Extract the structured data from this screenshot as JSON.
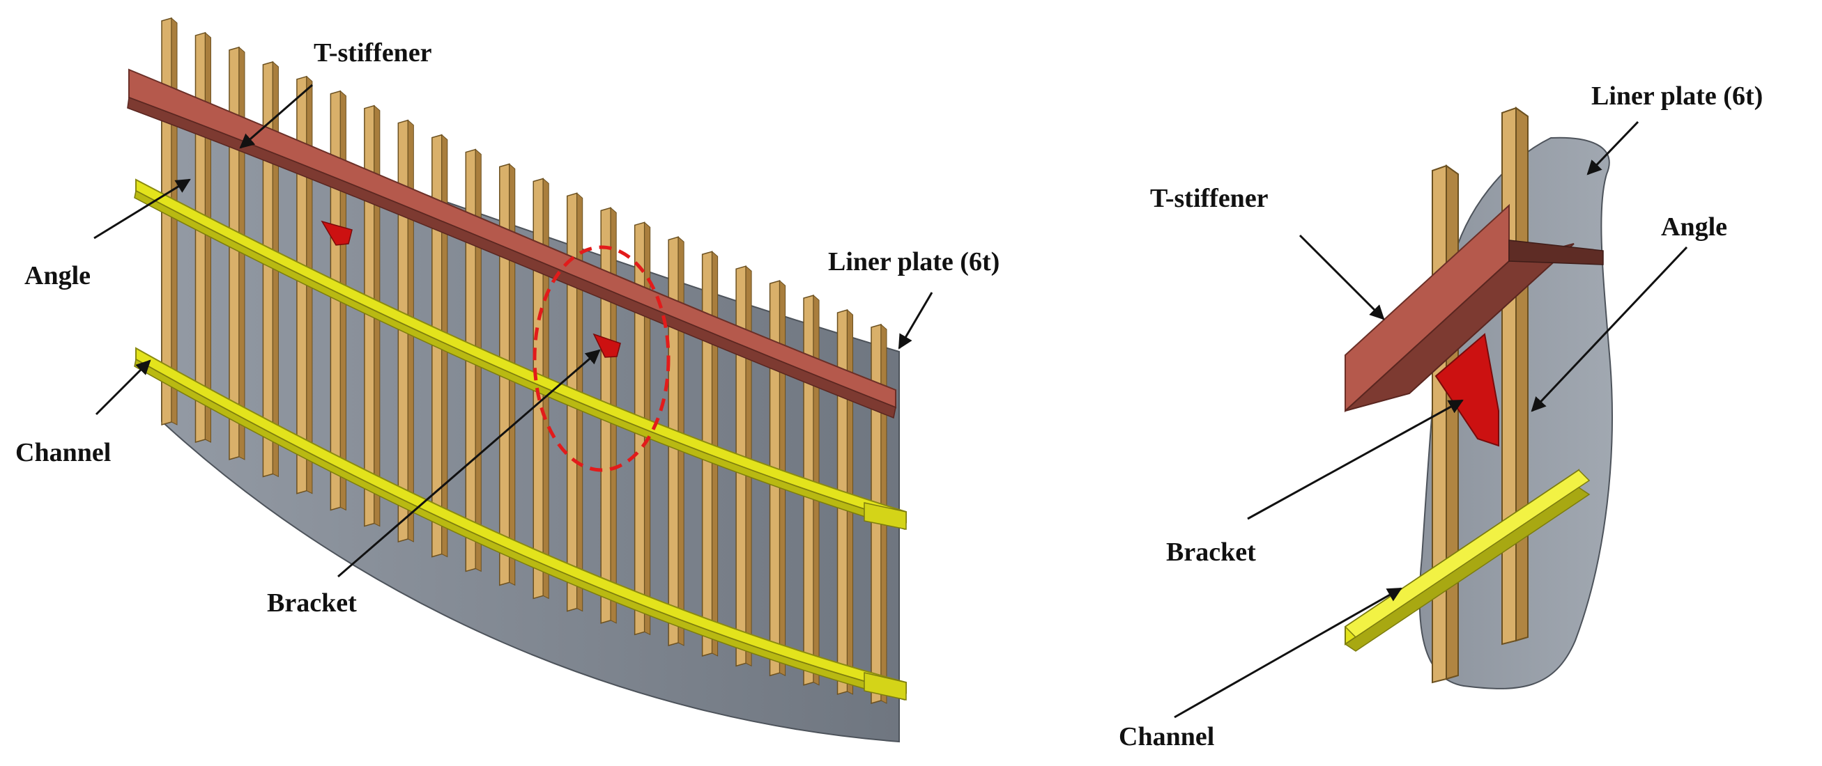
{
  "left_view": {
    "labels": {
      "t_stiffener": "T-stiffener",
      "angle": "Angle",
      "liner_plate": "Liner plate (6t)",
      "channel": "Channel",
      "bracket": "Bracket"
    }
  },
  "right_view": {
    "labels": {
      "t_stiffener": "T-stiffener",
      "liner_plate": "Liner plate (6t)",
      "angle": "Angle",
      "bracket": "Bracket",
      "channel": "Channel"
    }
  },
  "colors": {
    "liner_plate": "#7f8691",
    "angle": "#d9b06a",
    "t_stiffener": "#b5594c",
    "bracket": "#cc1111",
    "channel": "#e6e61e",
    "highlight": "#e21b1b"
  }
}
